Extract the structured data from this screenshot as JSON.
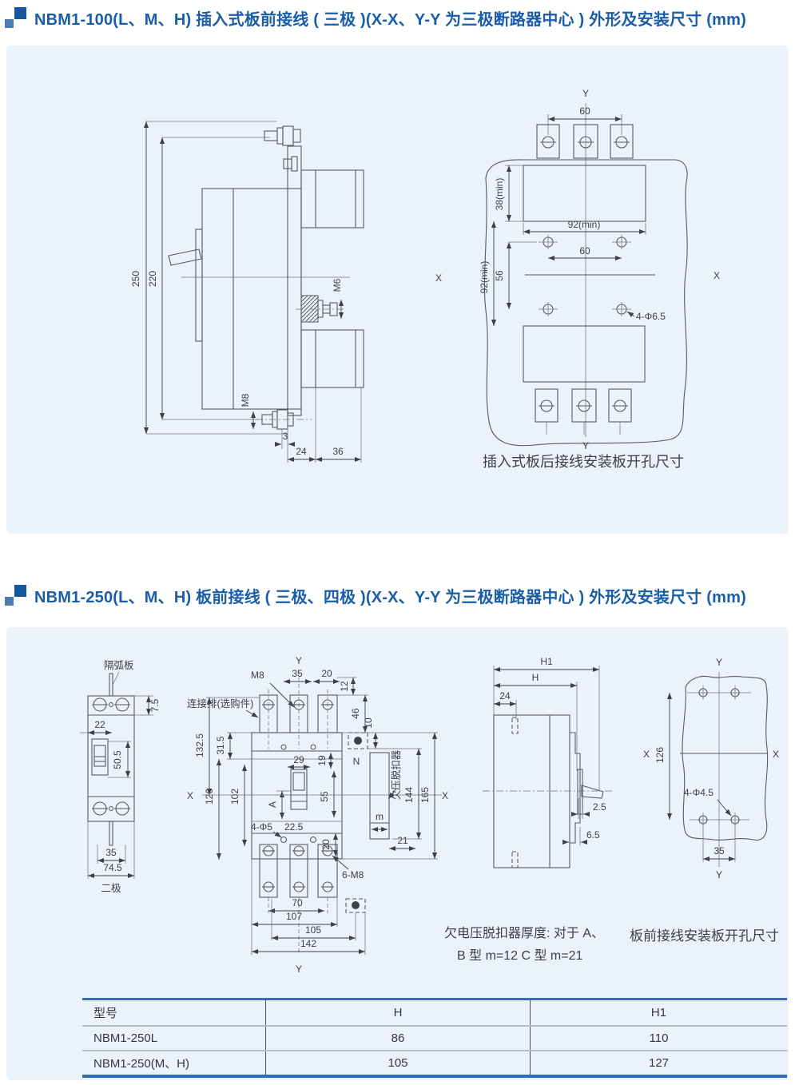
{
  "axis": {
    "x": "X",
    "y": "Y"
  },
  "section1": {
    "title": "NBM1-100(L、M、H) 插入式板前接线 ( 三极 )(X-X、Y-Y 为三极断路器中心 ) 外形及安装尺寸 (mm)",
    "side": {
      "h250": "250",
      "h220": "220",
      "m6": "M6",
      "m8": "M8",
      "d3": "3",
      "d24": "24",
      "d36": "36"
    },
    "panel": {
      "top60": "60",
      "min38": "38(min)",
      "min92w": "92(min)",
      "mid60": "60",
      "v56": "56",
      "min92h": "92(min)",
      "holes": "4-Φ6.5",
      "caption": "插入式板后接线安装板开孔尺寸"
    }
  },
  "section2": {
    "title": "NBM1-250(L、M、H) 板前接线 ( 三极、四极 )(X-X、Y-Y 为三极断路器中心 ) 外形及安装尺寸 (mm)",
    "twopole": {
      "arc": "隔弧板",
      "d75": "7.5",
      "d22": "22",
      "d505": "50.5",
      "d35": "35",
      "d745": "74.5",
      "caption": "二极"
    },
    "front": {
      "m8": "M8",
      "d35": "35",
      "d20": "20",
      "d12": "12",
      "d46": "46",
      "d10": "10",
      "busbar": "连接排(选购件)",
      "d1325": "132.5",
      "d315": "31.5",
      "d29": "29",
      "d19": "19",
      "d126": "126",
      "d102": "102",
      "d55": "55",
      "a": "A",
      "n": "N",
      "uv": "欠压脱扣器",
      "d144": "144",
      "d165": "165",
      "holes": "4-Φ5",
      "d225": "22.5",
      "d20b": "20",
      "m": "m",
      "d21": "21",
      "bolts": "6-M8",
      "d70": "70",
      "d107": "107",
      "d105": "105",
      "d142": "142"
    },
    "side": {
      "h1": "H1",
      "h": "H",
      "d24": "24",
      "d25": "2.5",
      "d65": "6.5"
    },
    "mount": {
      "d126": "126",
      "holes": "4-Φ4.5",
      "d35": "35"
    },
    "note_uv_1": "欠电压脱扣器厚度: 对于 A、",
    "note_uv_2": "B 型 m=12  C 型 m=21",
    "note_mount": "板前接线安装板开孔尺寸",
    "table": {
      "headers": [
        "型号",
        "H",
        "H1"
      ],
      "rows": [
        [
          "NBM1-250L",
          "86",
          "110"
        ],
        [
          "NBM1-250(M、H)",
          "105",
          "127"
        ]
      ]
    }
  }
}
